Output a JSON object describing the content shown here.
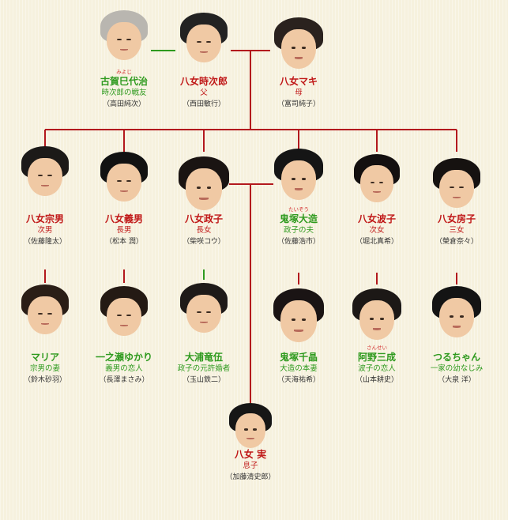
{
  "colors": {
    "line_red": "#b3191e",
    "line_green": "#2e9a1e",
    "text_red": "#c01818",
    "text_green": "#2e9a1e"
  },
  "members": [
    {
      "id": "koga",
      "ruby": "みよじ",
      "name": "古賀巳代治",
      "role": "時次郎の戦友",
      "actor": "（高田純次）",
      "color": "green",
      "hair": "#b9b6b0",
      "icon": "face-photo-icon"
    },
    {
      "id": "tojiro",
      "ruby": "",
      "name": "八女時次郎",
      "role": "父",
      "actor": "（西田敏行）",
      "color": "red",
      "hair": "#222222",
      "icon": "face-photo-icon"
    },
    {
      "id": "maki",
      "ruby": "",
      "name": "八女マキ",
      "role": "母",
      "actor": "（富司純子）",
      "color": "red",
      "hair": "#2a221e",
      "icon": "face-photo-icon"
    },
    {
      "id": "muneo",
      "ruby": "",
      "name": "八女宗男",
      "role": "次男",
      "actor": "（佐藤隆太）",
      "color": "red",
      "hair": "#1c1a18",
      "icon": "face-photo-icon"
    },
    {
      "id": "yoshio",
      "ruby": "",
      "name": "八女義男",
      "role": "長男",
      "actor": "（松本 潤）",
      "color": "red",
      "hair": "#121212",
      "icon": "face-photo-icon"
    },
    {
      "id": "masako",
      "ruby": "",
      "name": "八女政子",
      "role": "長女",
      "actor": "（柴咲コウ）",
      "color": "red",
      "hair": "#1a1412",
      "icon": "face-photo-icon"
    },
    {
      "id": "onizuka",
      "ruby": "たいぞう",
      "name": "鬼塚大造",
      "role": "政子の夫",
      "actor": "（佐藤浩市）",
      "color": "green",
      "hair": "#151515",
      "icon": "face-photo-icon"
    },
    {
      "id": "namiko",
      "ruby": "",
      "name": "八女波子",
      "role": "次女",
      "actor": "（堀北真希）",
      "color": "red",
      "hair": "#141010",
      "icon": "face-photo-icon"
    },
    {
      "id": "fusako",
      "ruby": "",
      "name": "八女房子",
      "role": "三女",
      "actor": "（榮倉奈々）",
      "color": "red",
      "hair": "#161210",
      "icon": "face-photo-icon"
    },
    {
      "id": "maria",
      "ruby": "",
      "name": "マリア",
      "role": "宗男の妻",
      "actor": "（鈴木砂羽）",
      "color": "green",
      "hair": "#2a1e16",
      "icon": "face-photo-icon"
    },
    {
      "id": "yukari",
      "ruby": "",
      "name": "一之瀬ゆかり",
      "role": "義男の恋人",
      "actor": "（長澤まさみ）",
      "color": "green",
      "hair": "#241a14",
      "icon": "face-photo-icon"
    },
    {
      "id": "ryugo",
      "ruby": "",
      "name": "大浦竜伍",
      "role": "政子の元許婚者",
      "actor": "（玉山鉄二）",
      "color": "green",
      "hair": "#1e1a18",
      "icon": "face-photo-icon"
    },
    {
      "id": "chiaki",
      "ruby": "",
      "name": "鬼塚千晶",
      "role": "大造の本妻",
      "actor": "（天海祐希）",
      "color": "green",
      "hair": "#1a1414",
      "icon": "face-photo-icon"
    },
    {
      "id": "mitsunari",
      "ruby": "さんせい",
      "name": "阿野三成",
      "role": "波子の恋人",
      "actor": "（山本耕史）",
      "color": "green",
      "hair": "#1c1816",
      "icon": "face-photo-icon"
    },
    {
      "id": "tsuru",
      "ruby": "",
      "name": "つるちゃん",
      "role": "一家の幼なじみ",
      "actor": "（大泉 洋）",
      "color": "green",
      "hair": "#141414",
      "icon": "face-photo-icon"
    },
    {
      "id": "minoru",
      "ruby": "",
      "name": "八女 実",
      "role": "息子",
      "actor": "（加藤清史郎）",
      "color": "red",
      "hair": "#161616",
      "icon": "face-photo-icon"
    }
  ]
}
